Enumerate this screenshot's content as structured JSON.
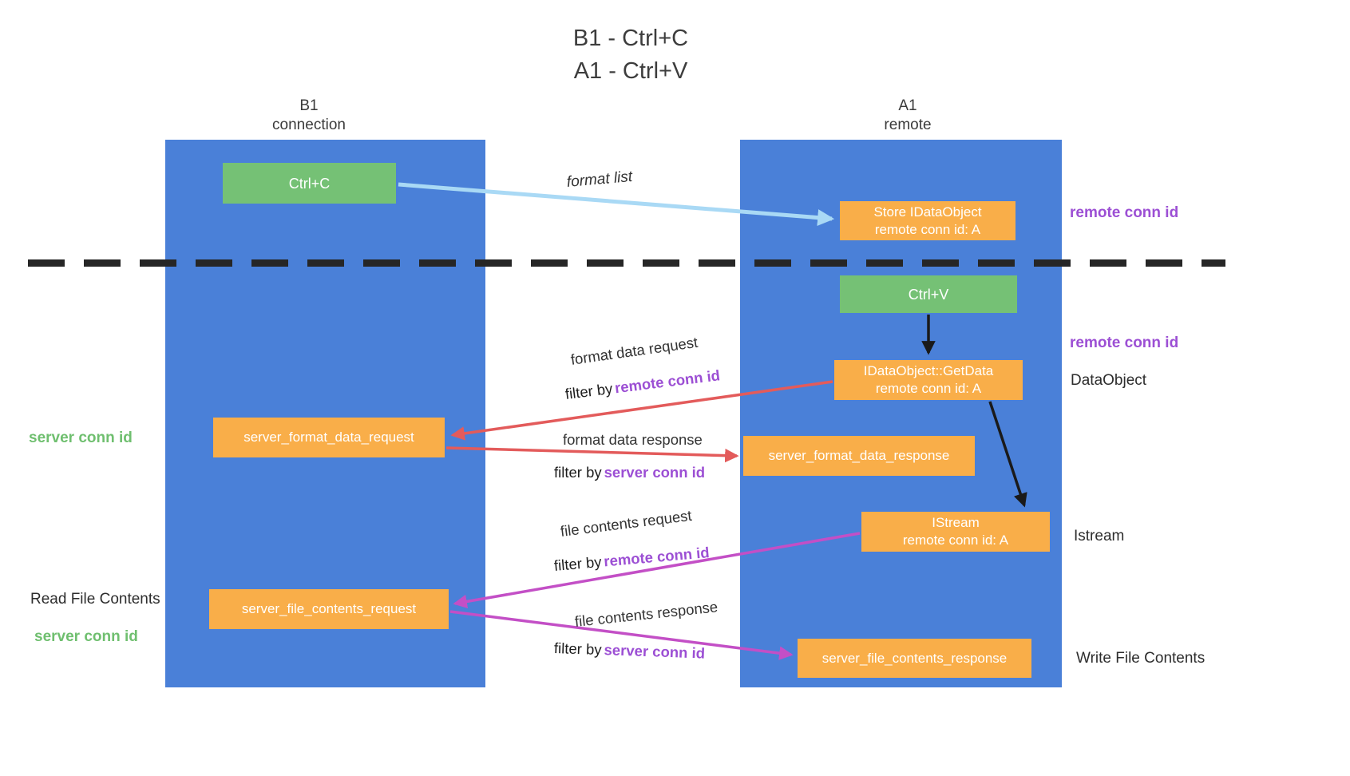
{
  "title": {
    "line1": "B1 - Ctrl+C",
    "line2": "A1 - Ctrl+V"
  },
  "lanes": {
    "b1": {
      "name": "B1",
      "subtitle": "connection"
    },
    "a1": {
      "name": "A1",
      "subtitle": "remote"
    }
  },
  "nodes": {
    "ctrl_c": {
      "label": "Ctrl+C"
    },
    "store_idataobject": {
      "line1": "Store IDataObject",
      "line2": "remote conn id: A"
    },
    "ctrl_v": {
      "label": "Ctrl+V"
    },
    "getdata": {
      "line1": "IDataObject::GetData",
      "line2": "remote conn id: A"
    },
    "server_format_data_request": {
      "label": "server_format_data_request"
    },
    "server_format_data_response": {
      "label": "server_format_data_response"
    },
    "istream": {
      "line1": "IStream",
      "line2": "remote conn id: A"
    },
    "server_file_contents_request": {
      "label": "server_file_contents_request"
    },
    "server_file_contents_response": {
      "label": "server_file_contents_response"
    }
  },
  "side_labels": {
    "remote_conn_id_store": "remote conn id",
    "remote_conn_id_getdata": "remote conn id",
    "dataobject": "DataObject",
    "istream": "Istream",
    "write_file_contents": "Write File Contents",
    "server_conn_id_format": "server conn id",
    "read_file_contents": "Read File Contents",
    "server_conn_id_file": "server conn id"
  },
  "edges": {
    "format_list": {
      "label": "format list"
    },
    "format_data_request": {
      "label": "format data request",
      "filter_by": "filter by",
      "conn_id": "remote conn id"
    },
    "format_data_response": {
      "label": "format data response",
      "filter_by": "filter by",
      "conn_id": "server conn id"
    },
    "file_contents_request": {
      "label": "file contents request",
      "filter_by": "filter by",
      "conn_id": "remote conn id"
    },
    "file_contents_response": {
      "label": "file contents response",
      "filter_by": "filter by",
      "conn_id": "server conn id"
    }
  },
  "colors": {
    "lane_blue": "#4a80d8",
    "box_green": "#75c175",
    "box_orange": "#f9ae49",
    "arrow_lightblue": "#a9d9f5",
    "arrow_red": "#e35b5b",
    "arrow_magenta": "#c34fc6",
    "arrow_black": "#1a1a1a",
    "text_purple": "#9c4fd4",
    "text_green": "#6fbf6f",
    "divider_black": "#262626"
  }
}
